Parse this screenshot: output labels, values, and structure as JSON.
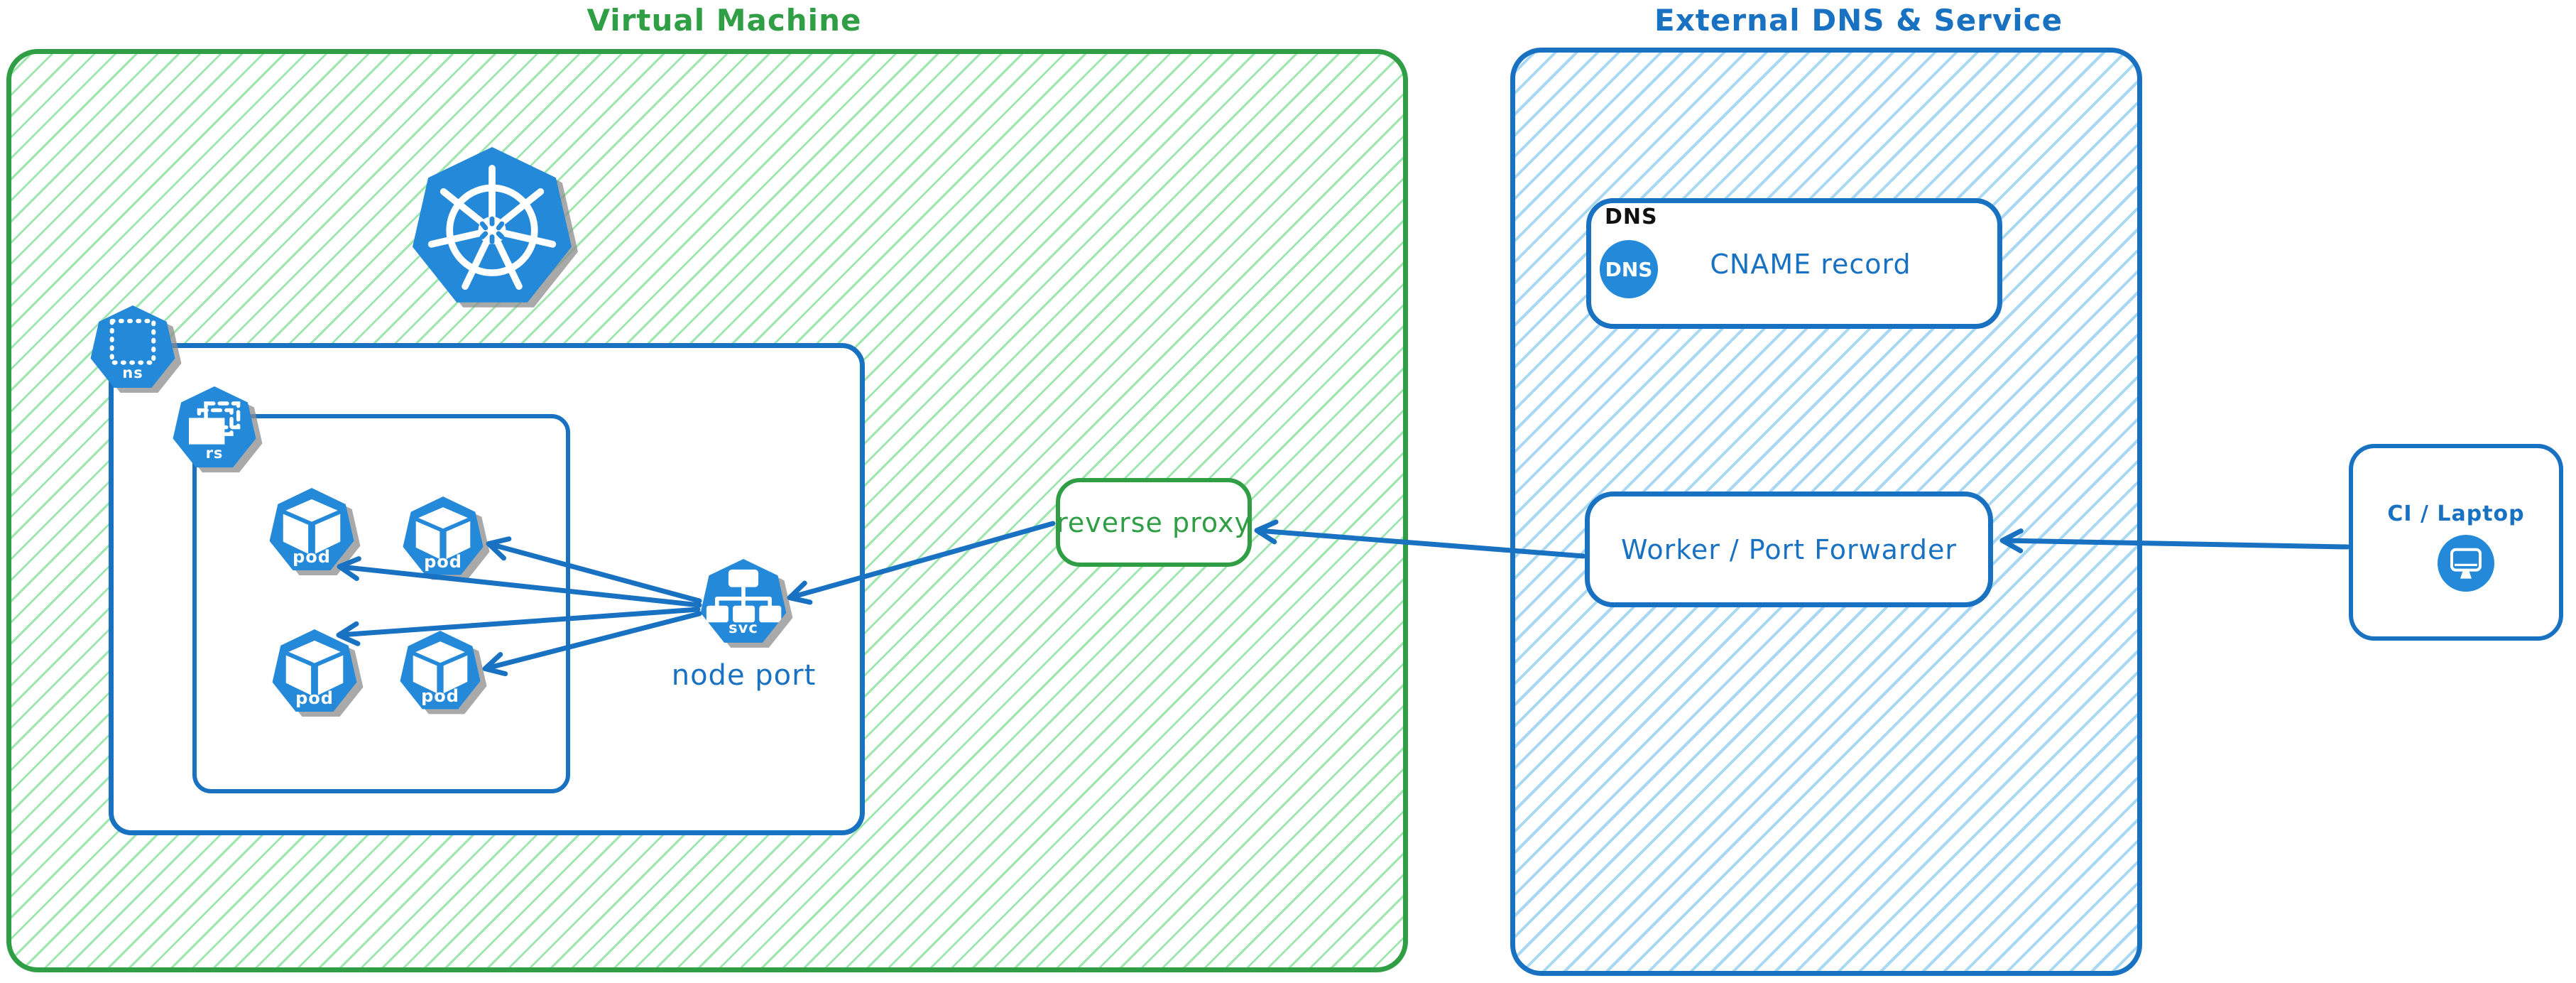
{
  "colors": {
    "green_stroke": "#2f9e44",
    "green_hatch": "#9fe6ae",
    "blue_stroke": "#1971c2",
    "blue_hatch": "#a8d8f4",
    "icon_blue": "#2389d8",
    "shadow_gray": "#8c8c8c",
    "tag_black": "#111111"
  },
  "vm_group": {
    "title": "Virtual Machine"
  },
  "cluster": {
    "namespace_icon_label": "ns",
    "replicaset_icon_label": "rs",
    "service_icon_label": "svc",
    "node_port_label": "node port"
  },
  "pods": [
    {
      "label": "pod"
    },
    {
      "label": "pod"
    },
    {
      "label": "pod"
    },
    {
      "label": "pod"
    }
  ],
  "reverse_proxy": {
    "label": "reverse proxy"
  },
  "external_group": {
    "title": "External DNS & Service",
    "dns_box": {
      "tag": "DNS",
      "badge": "DNS",
      "record_label": "CNAME record"
    },
    "worker_box": {
      "label": "Worker / Port Forwarder"
    }
  },
  "ci_box": {
    "label": "CI / Laptop"
  }
}
